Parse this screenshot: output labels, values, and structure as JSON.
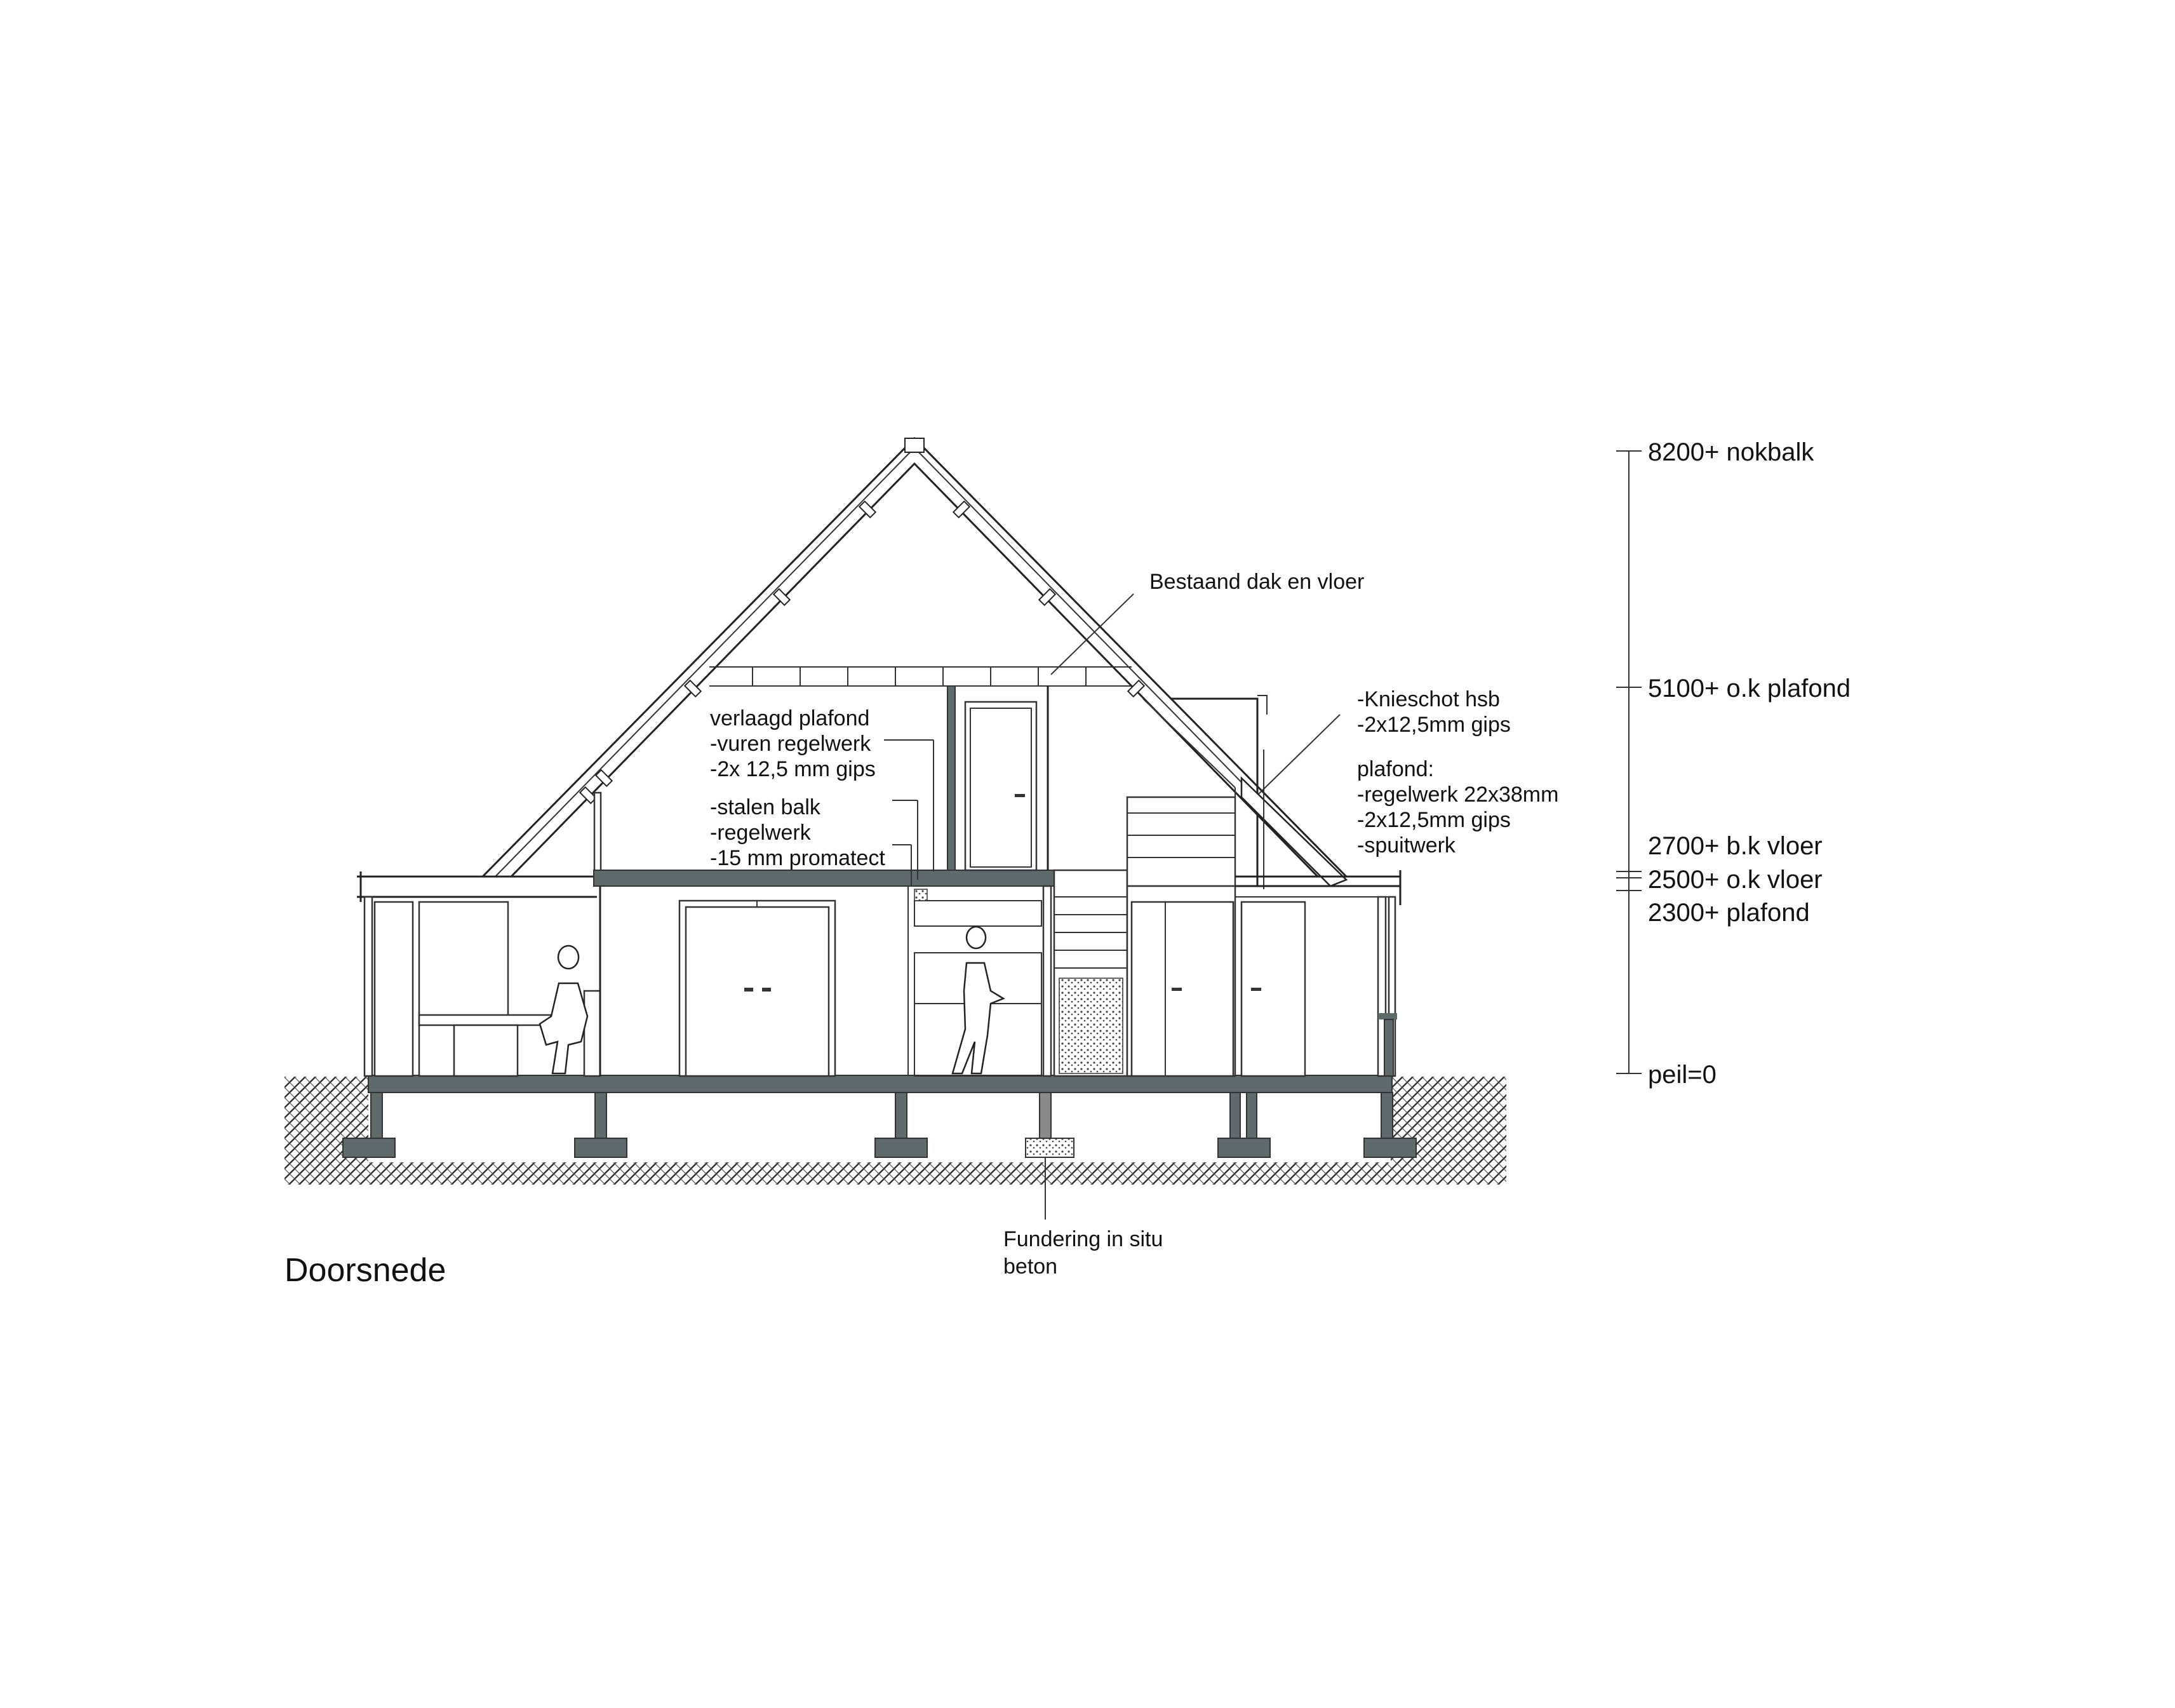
{
  "title": "Doorsnede",
  "levels": [
    {
      "label": "8200+ nokbalk"
    },
    {
      "label": "5100+ o.k plafond"
    },
    {
      "label": "2700+ b.k vloer"
    },
    {
      "label": "2500+ o.k vloer"
    },
    {
      "label": "2300+ plafond"
    },
    {
      "label": "peil=0"
    }
  ],
  "annotations": {
    "bestaand": "Bestaand dak en vloer",
    "verlaagd": [
      "verlaagd plafond",
      "-vuren regelwerk",
      "-2x 12,5 mm gips"
    ],
    "stalen": [
      "-stalen balk",
      "-regelwerk",
      "-15 mm promatect"
    ],
    "knieschot": [
      "-Knieschot hsb",
      "-2x12,5mm gips"
    ],
    "plafond": [
      "plafond:",
      "-regelwerk 22x38mm",
      "-2x12,5mm gips",
      "-spuitwerk"
    ],
    "fundering": [
      "Fundering in situ",
      "beton"
    ]
  },
  "colors": {
    "line": "#222222",
    "slab": "#5f6b6b",
    "ground_hatch": "#333333"
  }
}
